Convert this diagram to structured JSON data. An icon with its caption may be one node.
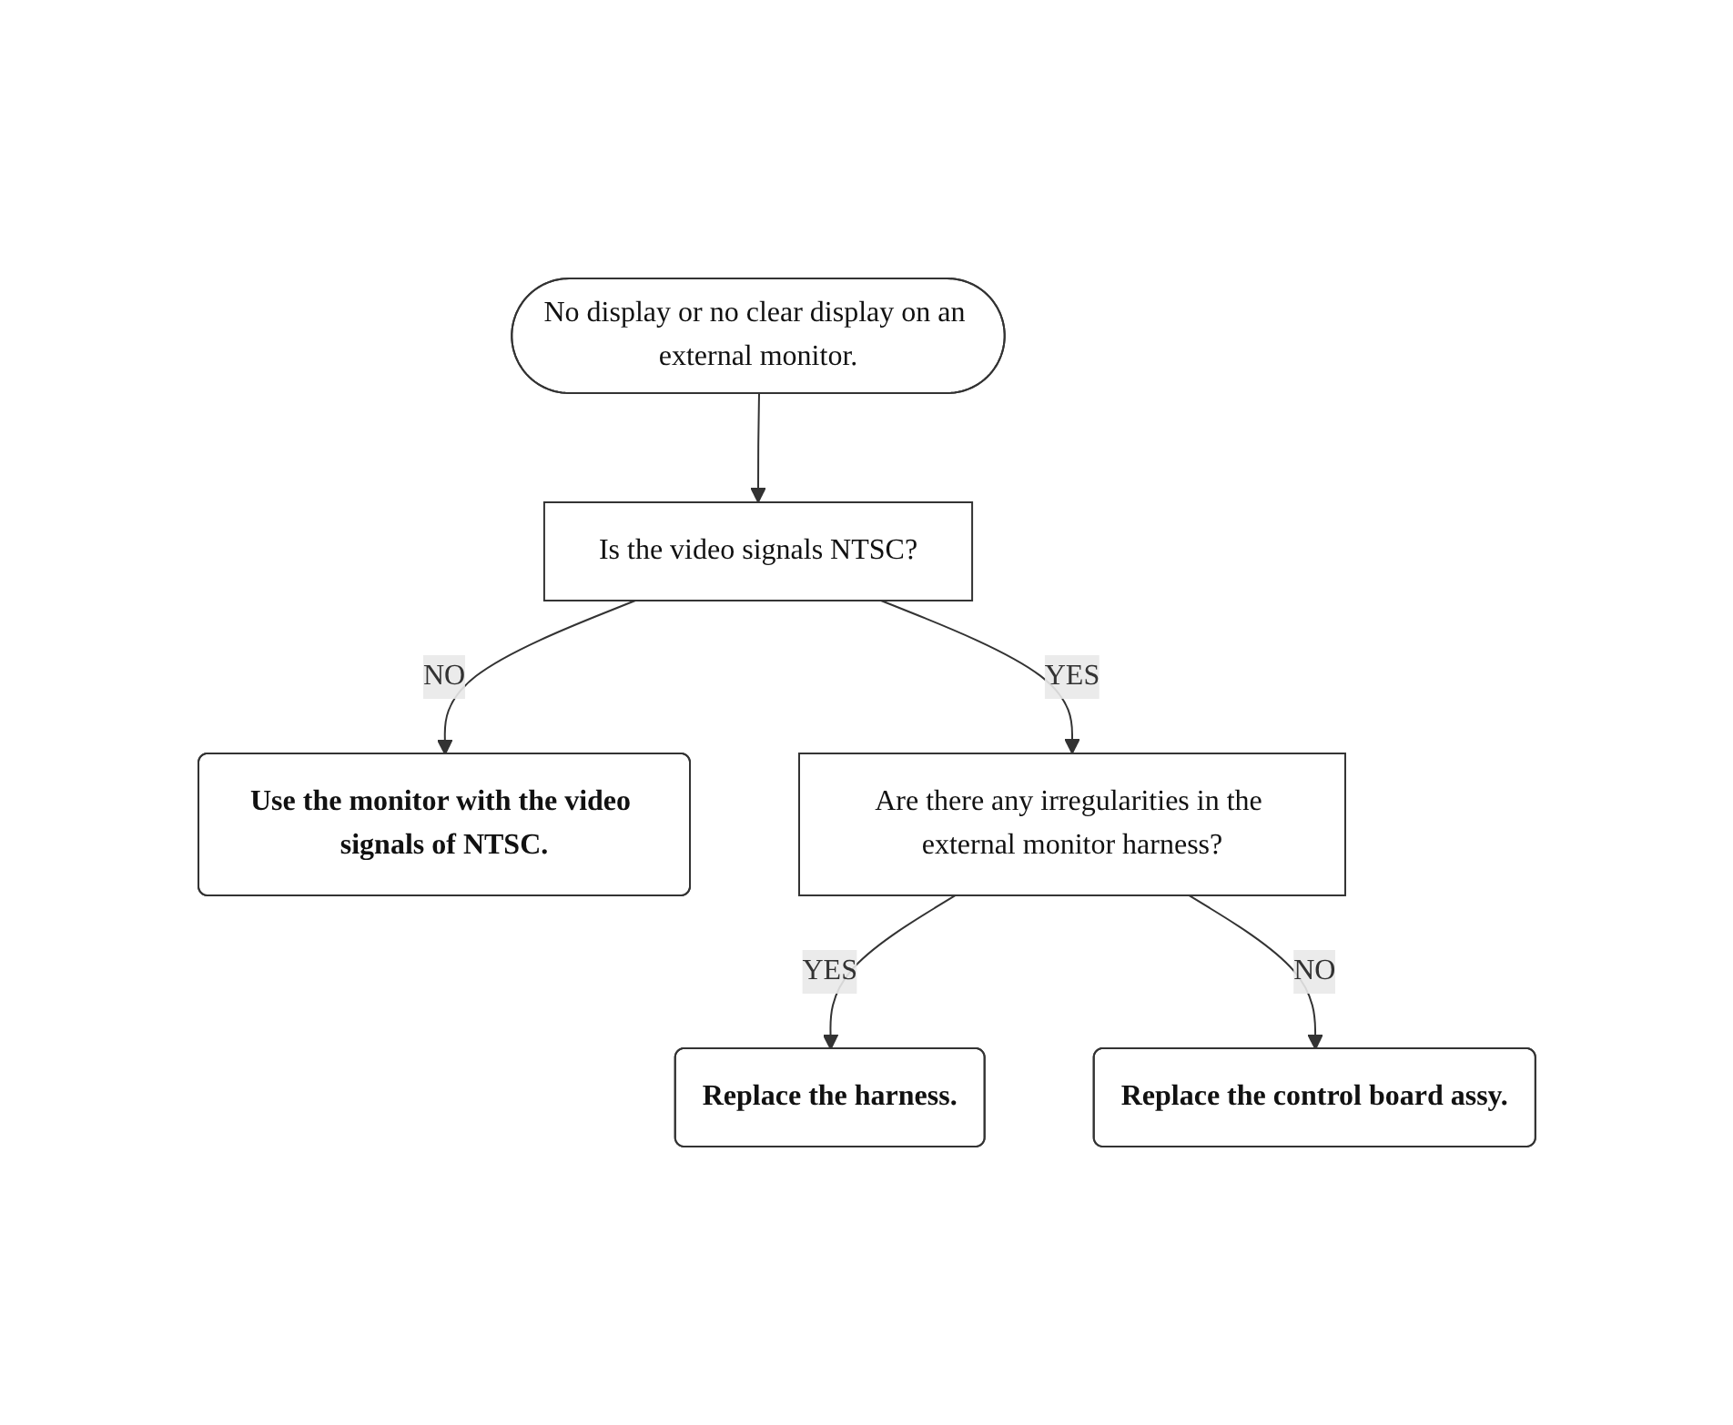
{
  "diagram": {
    "nodes": [
      {
        "text": [
          "No display or no clear display on an external monitor."
        ]
      },
      {
        "text": [
          "Is the video signals NTSC?"
        ]
      },
      {
        "text": [
          "Use the monitor with the video signals of NTSC."
        ]
      },
      {
        "text": [
          "Are there any irregularities in the external monitor harness?"
        ]
      },
      {
        "text": [
          "Replace the harness."
        ]
      },
      {
        "text": [
          "Replace the control board assy."
        ]
      }
    ],
    "edges": [
      {
        "from": 0,
        "to": 1,
        "arrow": "to"
      },
      {
        "from": 1,
        "to": 2,
        "arrow": "to",
        "label": "NO"
      },
      {
        "from": 1,
        "to": 3,
        "arrow": "to",
        "label": "YES"
      },
      {
        "from": 3,
        "to": 4,
        "arrow": "to",
        "label": "YES"
      },
      {
        "from": 3,
        "to": 5,
        "arrow": "to",
        "label": "NO"
      }
    ]
  }
}
